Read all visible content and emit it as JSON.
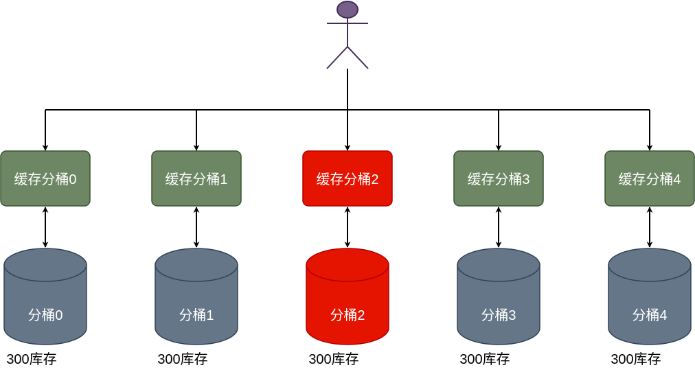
{
  "colors": {
    "cache_normal_fill": "#6d8764",
    "cache_normal_stroke": "#3a5431",
    "cache_hot_fill": "#e51400",
    "cache_hot_stroke": "#b20000",
    "db_normal_fill": "#647687",
    "db_normal_stroke": "#314354",
    "db_hot_fill": "#e51400",
    "db_hot_stroke": "#b20000",
    "actor_fill": "#76608a",
    "actor_stroke": "#432d57",
    "line": "#000000",
    "label_text": "#ffffff",
    "caption_text": "#000000"
  },
  "buckets": [
    {
      "cache_label": "缓存分桶0",
      "db_label": "分桶0",
      "stock_label": "300库存",
      "hot": false
    },
    {
      "cache_label": "缓存分桶1",
      "db_label": "分桶1",
      "stock_label": "300库存",
      "hot": false
    },
    {
      "cache_label": "缓存分桶2",
      "db_label": "分桶2",
      "stock_label": "300库存",
      "hot": true
    },
    {
      "cache_label": "缓存分桶3",
      "db_label": "分桶3",
      "stock_label": "300库存",
      "hot": false
    },
    {
      "cache_label": "缓存分桶4",
      "db_label": "分桶4",
      "stock_label": "300库存",
      "hot": false
    }
  ]
}
